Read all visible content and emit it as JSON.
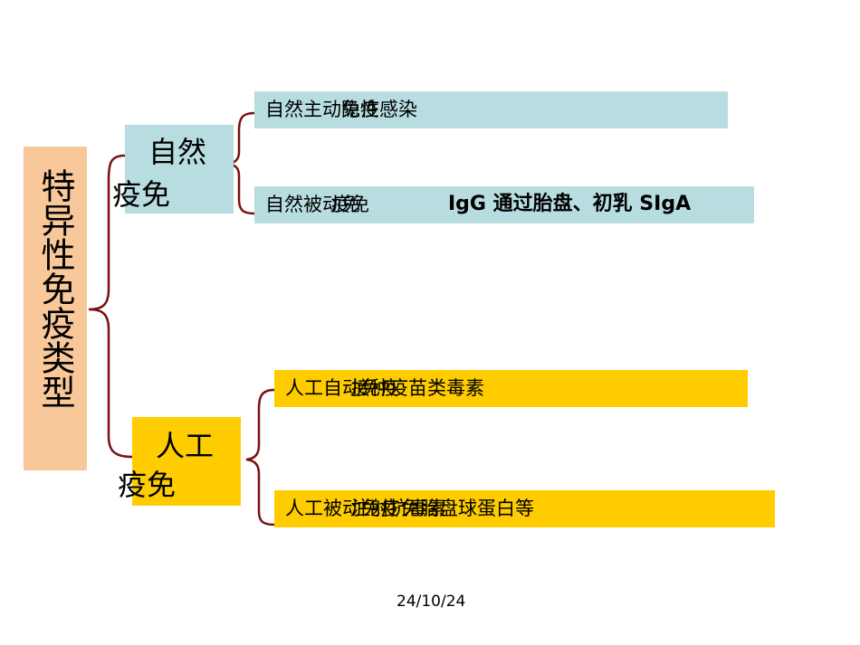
{
  "root": {
    "label": "特异性免疫类型"
  },
  "natural": {
    "line1": "自然",
    "line2": "疫免",
    "items": [
      {
        "text": "自然主",
        "overlay_a": "动免疫",
        "overlay_b": "隐性感染"
      },
      {
        "text": "自然被",
        "overlay_a": "动免",
        "overlay_b": "疫免",
        "extra": "IgG 通过胎盘、初乳 SIgA"
      }
    ]
  },
  "artificial": {
    "line1": "人工",
    "line2": "疫免",
    "items": [
      {
        "text": "人工自",
        "overlay_a": "动免疫",
        "overlay_b": "接种疫苗类毒素"
      },
      {
        "text": "人工被",
        "overlay_a": "动免疫",
        "overlay_b": "注射抗毒素",
        "overlay_c": "免胎盘球蛋白等"
      }
    ]
  },
  "colors": {
    "root_bg": "#f9c89a",
    "natural_bg": "#b7dde0",
    "artificial_bg": "#ffcc00",
    "connector": "#7a1010"
  },
  "footer": {
    "date": "24/10/24"
  }
}
